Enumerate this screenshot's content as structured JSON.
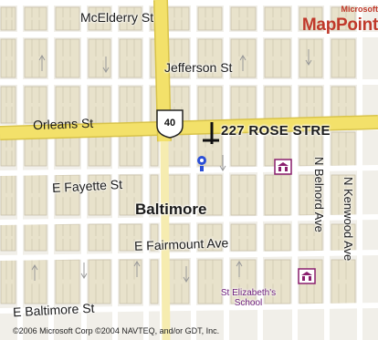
{
  "map": {
    "branding": {
      "vendor": "Microsoft",
      "product": "MapPoint"
    },
    "streets": {
      "mcelderry": "McElderry St",
      "jefferson": "Jefferson St",
      "orleans": "Orleans St",
      "fayette": "E Fayette St",
      "fairmount": "E Fairmount Ave",
      "baltimore": "E Baltimore St",
      "belnord": "N Belnord Ave",
      "kenwood": "N Kenwood Ave"
    },
    "route_shield": "40",
    "address_label": "227 ROSE STRE",
    "city_label": "Baltimore",
    "poi": {
      "school": "St Elizabeth's School"
    },
    "copyright": "©2006 Microsoft Corp ©2004 NAVTEQ, and/or GDT, Inc.",
    "colors": {
      "background": "#f1efe9",
      "block": "#e8e2cb",
      "block_outline": "#c7c0a9",
      "street": "#ffffff",
      "major_road": "#f3e16a",
      "major_road_edge": "#d8c34a",
      "brand": "#c0392b",
      "poi_pin": "#8a1f6e",
      "marker": "#2b4fd6"
    },
    "icons": [
      "pushpin-icon",
      "poi-building-icon",
      "route-shield-icon",
      "one-way-arrow-icon"
    ]
  }
}
